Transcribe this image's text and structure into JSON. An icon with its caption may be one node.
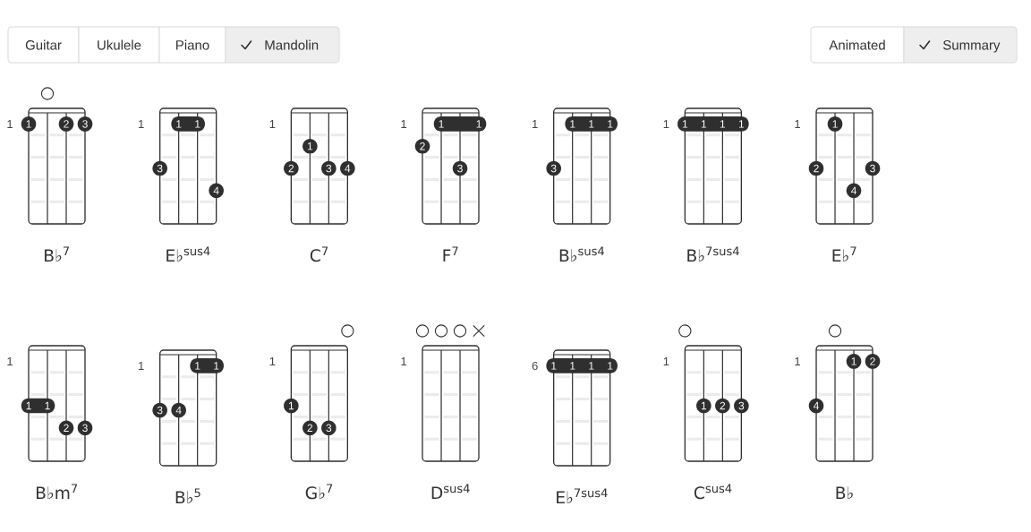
{
  "diagram": {
    "nodes": [
      {
        "text": [
          "Guitar"
        ]
      },
      {
        "text": [
          "Ukulele"
        ]
      },
      {
        "text": [
          "Piano"
        ]
      },
      {
        "text": [
          "Mandolin"
        ]
      },
      {
        "text": [
          "Animated"
        ]
      },
      {
        "text": [
          "Summary"
        ]
      },
      {
        "text": [
          "B♭$^{7}$"
        ]
      },
      {
        "text": [
          "1"
        ]
      },
      {
        "text": [
          "2"
        ],
        "in": 6
      },
      {
        "text": [
          "3"
        ]
      },
      {
        "text": [
          "E♭$^{sus4}$"
        ]
      },
      {
        "text": [
          "1",
          "1"
        ],
        "in": 10
      },
      {
        "text": [
          "3"
        ]
      },
      {
        "text": [
          "4"
        ]
      },
      {
        "text": [
          "C$^{7}$"
        ]
      },
      {
        "text": [
          "1"
        ],
        "in": 14
      },
      {
        "text": [
          "2"
        ]
      },
      {
        "text": [
          "3"
        ],
        "in": 14
      },
      {
        "text": [
          "4"
        ]
      },
      {
        "text": [
          "F$^{7}$"
        ]
      },
      {
        "text": [
          "1",
          "1"
        ]
      },
      {
        "text": [
          "2"
        ]
      },
      {
        "text": [
          "3"
        ],
        "in": 19
      },
      {
        "text": [
          "B♭$^{sus4}$"
        ]
      },
      {
        "text": [
          "1",
          "1",
          "1"
        ]
      },
      {
        "text": [
          "3"
        ]
      },
      {
        "text": [
          "B♭$^{7sus4}$"
        ]
      },
      {
        "text": [
          "1",
          "1",
          "1",
          "1"
        ]
      },
      {
        "text": [
          "E♭$^{7}$"
        ]
      },
      {
        "text": [
          "1"
        ],
        "in": 28
      },
      {
        "text": [
          "2"
        ]
      },
      {
        "text": [
          "3"
        ]
      },
      {
        "text": [
          "4"
        ],
        "in": 28
      },
      {
        "text": [
          "B♭m$^{7}$"
        ]
      },
      {
        "text": [
          "1",
          "1"
        ]
      },
      {
        "text": [
          "2"
        ],
        "in": 33
      },
      {
        "text": [
          "3"
        ]
      },
      {
        "text": [
          "B♭$^{5}$"
        ]
      },
      {
        "text": [
          "1",
          "1"
        ]
      },
      {
        "text": [
          "3"
        ]
      },
      {
        "text": [
          "4"
        ],
        "in": 37
      },
      {
        "text": [
          "G♭$^{7}$"
        ]
      },
      {
        "text": [
          "1"
        ]
      },
      {
        "text": [
          "2"
        ],
        "in": 41
      },
      {
        "text": [
          "3"
        ],
        "in": 41
      },
      {
        "text": [
          "D$^{sus4}$"
        ]
      },
      {
        "text": [
          "E♭$^{7sus4}$"
        ]
      },
      {
        "text": [
          "1",
          "1",
          "1",
          "1"
        ]
      },
      {
        "text": [
          "C$^{sus4}$"
        ]
      },
      {
        "text": [
          "1"
        ],
        "in": 48
      },
      {
        "text": [
          "2"
        ],
        "in": 48
      },
      {
        "text": [
          "3"
        ]
      },
      {
        "text": [
          "B♭"
        ]
      },
      {
        "text": [
          "1"
        ],
        "in": 52
      },
      {
        "text": [
          "2"
        ]
      },
      {
        "text": [
          "4"
        ]
      }
    ],
    "labels": [
      "1",
      "1",
      "1",
      "1",
      "1",
      "1",
      "1",
      "1",
      "1",
      "1",
      "1",
      "6",
      "1",
      "1"
    ]
  }
}
